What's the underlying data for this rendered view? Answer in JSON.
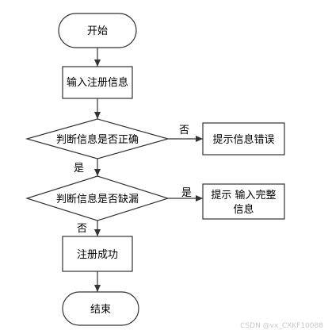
{
  "diagram": {
    "type": "flowchart",
    "nodes": {
      "start": {
        "label": "开始"
      },
      "input": {
        "label": "输入注册信息"
      },
      "check_correct": {
        "label": "判断信息是否正确"
      },
      "error_prompt": {
        "label": "提示信息错误"
      },
      "check_missing": {
        "label": "判断信息是否缺漏"
      },
      "complete_prompt": {
        "line1": "提示 输入完整",
        "line2": "信息"
      },
      "success": {
        "label": "注册成功"
      },
      "end": {
        "label": "结束"
      }
    },
    "edges": {
      "no_incorrect": {
        "label": "否"
      },
      "yes_correct": {
        "label": "是"
      },
      "yes_missing": {
        "label": "是"
      },
      "no_missing": {
        "label": "否"
      }
    }
  },
  "watermark": "CSDN @vx_CXKF10088"
}
